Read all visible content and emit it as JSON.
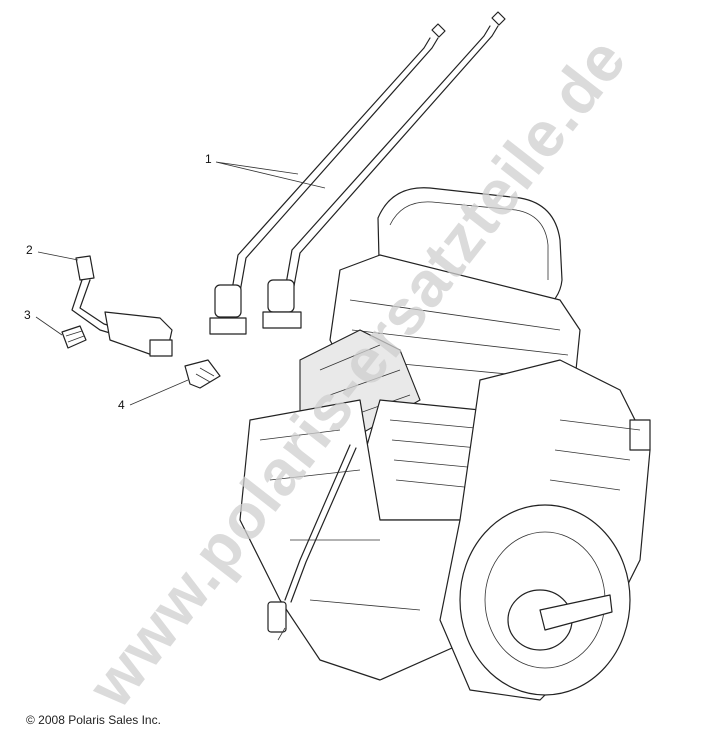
{
  "callouts": [
    {
      "label": "1"
    },
    {
      "label": "2"
    },
    {
      "label": "3"
    },
    {
      "label": "4"
    }
  ],
  "watermark": "www.polaris-ersatzteile.de",
  "copyright": "© 2008 Polaris Sales Inc."
}
